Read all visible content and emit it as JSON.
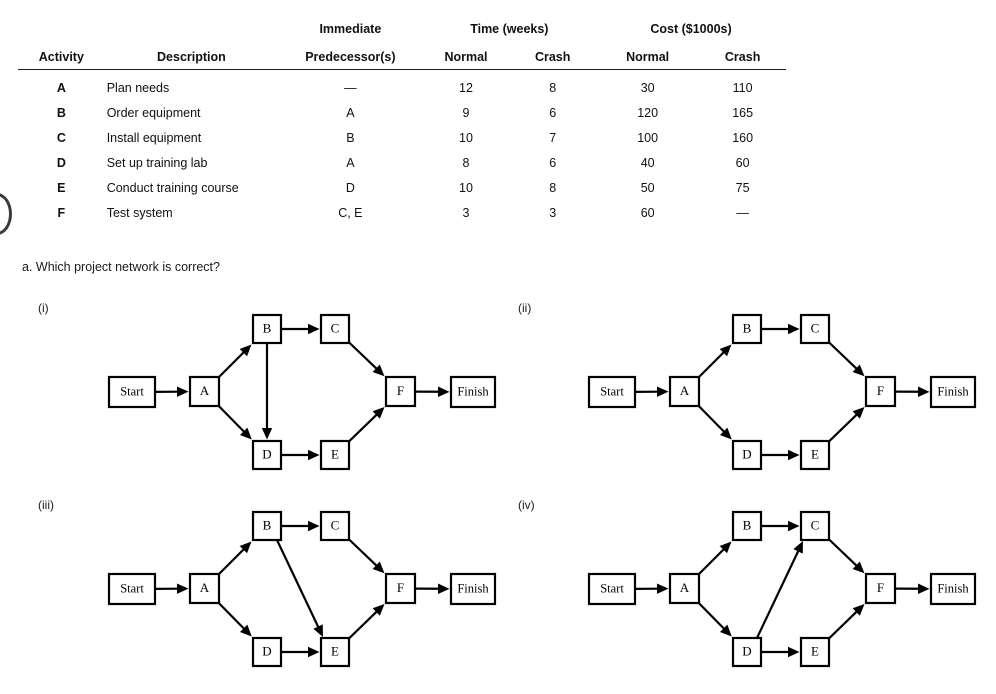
{
  "table": {
    "group_headers": [
      {
        "label": "",
        "span": 1
      },
      {
        "label": "",
        "span": 1
      },
      {
        "label": "Immediate",
        "span": 1
      },
      {
        "label": "Time (weeks)",
        "span": 2
      },
      {
        "label": "Cost ($1000s)",
        "span": 2
      }
    ],
    "group_immediate": "Immediate",
    "group_time": "Time (weeks)",
    "group_cost": "Cost ($1000s)",
    "columns": [
      "Activity",
      "Description",
      "Predecessor(s)",
      "Normal",
      "Crash",
      "Normal",
      "Crash"
    ],
    "col_activity": "Activity",
    "col_description": "Description",
    "col_predecessor": "Predecessor(s)",
    "col_time_normal": "Normal",
    "col_time_crash": "Crash",
    "col_cost_normal": "Normal",
    "col_cost_crash": "Crash",
    "rows": [
      {
        "activity": "A",
        "description": "Plan needs",
        "predecessors": "—",
        "time_normal": "12",
        "time_crash": "8",
        "cost_normal": "30",
        "cost_crash": "110"
      },
      {
        "activity": "B",
        "description": "Order equipment",
        "predecessors": "A",
        "time_normal": "9",
        "time_crash": "6",
        "cost_normal": "120",
        "cost_crash": "165"
      },
      {
        "activity": "C",
        "description": "Install equipment",
        "predecessors": "B",
        "time_normal": "10",
        "time_crash": "7",
        "cost_normal": "100",
        "cost_crash": "160"
      },
      {
        "activity": "D",
        "description": "Set up training lab",
        "predecessors": "A",
        "time_normal": "8",
        "time_crash": "6",
        "cost_normal": "40",
        "cost_crash": "60"
      },
      {
        "activity": "E",
        "description": "Conduct training course",
        "predecessors": "D",
        "time_normal": "10",
        "time_crash": "8",
        "cost_normal": "50",
        "cost_crash": "75"
      },
      {
        "activity": "F",
        "description": "Test system",
        "predecessors": "C, E",
        "time_normal": "3",
        "time_crash": "3",
        "cost_normal": "60",
        "cost_crash": "—"
      }
    ]
  },
  "question": {
    "text": "a. Which project network is correct?"
  },
  "networks": [
    {
      "id": "i",
      "label": "(i)",
      "nodes": [
        {
          "id": "Start",
          "label": "Start"
        },
        {
          "id": "A",
          "label": "A"
        },
        {
          "id": "B",
          "label": "B"
        },
        {
          "id": "C",
          "label": "C"
        },
        {
          "id": "D",
          "label": "D"
        },
        {
          "id": "E",
          "label": "E"
        },
        {
          "id": "F",
          "label": "F"
        },
        {
          "id": "Finish",
          "label": "Finish"
        }
      ],
      "edges": [
        {
          "from": "Start",
          "to": "A"
        },
        {
          "from": "A",
          "to": "B"
        },
        {
          "from": "A",
          "to": "D"
        },
        {
          "from": "B",
          "to": "C"
        },
        {
          "from": "B",
          "to": "D"
        },
        {
          "from": "C",
          "to": "F"
        },
        {
          "from": "D",
          "to": "E"
        },
        {
          "from": "E",
          "to": "F"
        },
        {
          "from": "F",
          "to": "Finish"
        }
      ]
    },
    {
      "id": "ii",
      "label": "(ii)",
      "nodes": [
        {
          "id": "Start",
          "label": "Start"
        },
        {
          "id": "A",
          "label": "A"
        },
        {
          "id": "B",
          "label": "B"
        },
        {
          "id": "C",
          "label": "C"
        },
        {
          "id": "D",
          "label": "D"
        },
        {
          "id": "E",
          "label": "E"
        },
        {
          "id": "F",
          "label": "F"
        },
        {
          "id": "Finish",
          "label": "Finish"
        }
      ],
      "edges": [
        {
          "from": "Start",
          "to": "A"
        },
        {
          "from": "A",
          "to": "B"
        },
        {
          "from": "A",
          "to": "D"
        },
        {
          "from": "B",
          "to": "C"
        },
        {
          "from": "C",
          "to": "F"
        },
        {
          "from": "D",
          "to": "E"
        },
        {
          "from": "E",
          "to": "F"
        },
        {
          "from": "F",
          "to": "Finish"
        }
      ]
    },
    {
      "id": "iii",
      "label": "(iii)",
      "nodes": [
        {
          "id": "Start",
          "label": "Start"
        },
        {
          "id": "A",
          "label": "A"
        },
        {
          "id": "B",
          "label": "B"
        },
        {
          "id": "C",
          "label": "C"
        },
        {
          "id": "D",
          "label": "D"
        },
        {
          "id": "E",
          "label": "E"
        },
        {
          "id": "F",
          "label": "F"
        },
        {
          "id": "Finish",
          "label": "Finish"
        }
      ],
      "edges": [
        {
          "from": "Start",
          "to": "A"
        },
        {
          "from": "A",
          "to": "B"
        },
        {
          "from": "A",
          "to": "D"
        },
        {
          "from": "B",
          "to": "C"
        },
        {
          "from": "B",
          "to": "E"
        },
        {
          "from": "C",
          "to": "F"
        },
        {
          "from": "D",
          "to": "E"
        },
        {
          "from": "E",
          "to": "F"
        },
        {
          "from": "F",
          "to": "Finish"
        }
      ]
    },
    {
      "id": "iv",
      "label": "(iv)",
      "nodes": [
        {
          "id": "Start",
          "label": "Start"
        },
        {
          "id": "A",
          "label": "A"
        },
        {
          "id": "B",
          "label": "B"
        },
        {
          "id": "C",
          "label": "C"
        },
        {
          "id": "D",
          "label": "D"
        },
        {
          "id": "E",
          "label": "E"
        },
        {
          "id": "F",
          "label": "F"
        },
        {
          "id": "Finish",
          "label": "Finish"
        }
      ],
      "edges": [
        {
          "from": "Start",
          "to": "A"
        },
        {
          "from": "A",
          "to": "B"
        },
        {
          "from": "A",
          "to": "D"
        },
        {
          "from": "B",
          "to": "C"
        },
        {
          "from": "C",
          "to": "F"
        },
        {
          "from": "D",
          "to": "C"
        },
        {
          "from": "D",
          "to": "E"
        },
        {
          "from": "E",
          "to": "F"
        },
        {
          "from": "F",
          "to": "Finish"
        }
      ]
    }
  ],
  "colors": {
    "ink": "#000000",
    "text": "#1a1a1a",
    "page": "#ffffff",
    "rule": "#1a1a1a"
  }
}
